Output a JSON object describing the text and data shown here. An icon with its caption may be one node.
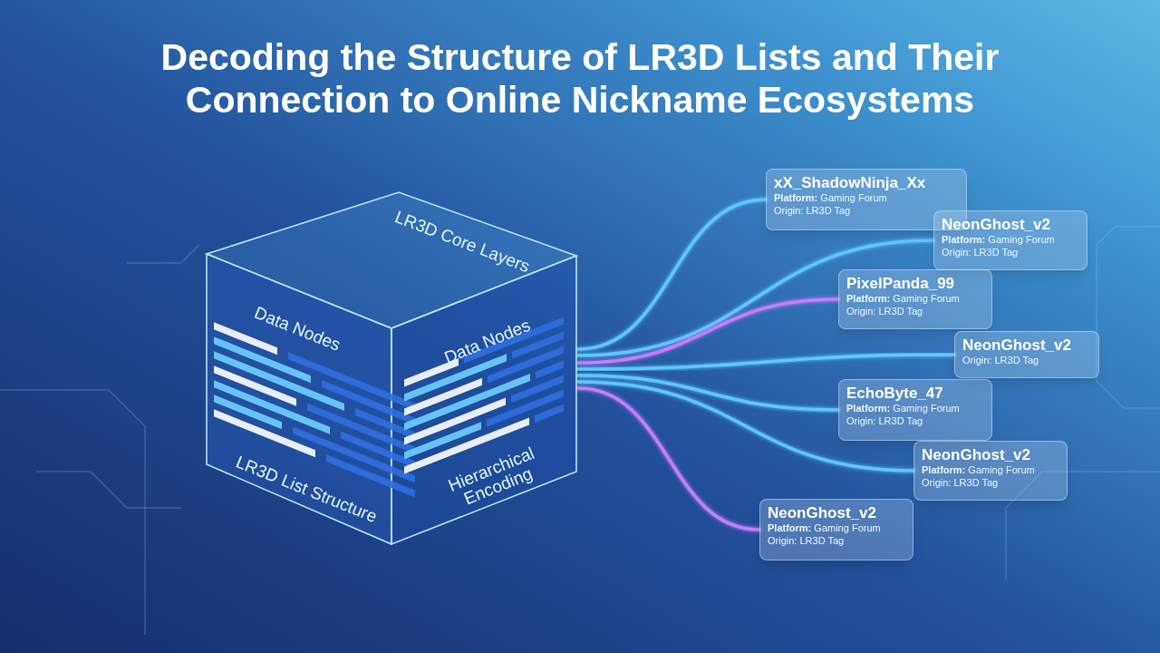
{
  "diagram": {
    "title": "Decoding the Structure of LR3D Lists and Their Connection to Online Nickname Ecosystems",
    "nodes": [
      {
        "text": [
          "LR3D Core Layers",
          "Data Nodes",
          "Data Nodes",
          "LR3D List Structure",
          "Hierarchical Encoding"
        ]
      },
      {
        "text": [
          "xX_ShadowNinja_Xx",
          "**Platform:** Gaming Forum",
          "Origin: LR3D Tag"
        ]
      },
      {
        "text": [
          "NeonGhost_v2",
          "**Platform:** Gaming Forum",
          "Origin: LR3D Tag"
        ]
      },
      {
        "text": [
          "PixelPanda_99",
          "**Platform:** Gaming Forum",
          "Origin: LR3D Tag"
        ]
      },
      {
        "text": [
          "NeonGhost_v2",
          "Origin: LR3D Tag"
        ]
      },
      {
        "text": [
          "EchoByte_47",
          "**Platform:** Gaming Forum",
          "Origin: LR3D Tag"
        ]
      },
      {
        "text": [
          "NeonGhost_v2",
          "**Platform:** Gaming Forum",
          "Origin: LR3D Tag"
        ]
      },
      {
        "text": [
          "NeonGhost_v2",
          "**Platform:** Gaming Forum",
          "Origin: LR3D Tag"
        ]
      }
    ],
    "edges": [
      {
        "from": 0,
        "to": 1,
        "arrow": "none"
      },
      {
        "from": 0,
        "to": 2,
        "arrow": "none"
      },
      {
        "from": 0,
        "to": 3,
        "arrow": "none",
        "color": "#c77dff"
      },
      {
        "from": 0,
        "to": 4,
        "arrow": "none"
      },
      {
        "from": 0,
        "to": 5,
        "arrow": "none"
      },
      {
        "from": 0,
        "to": 6,
        "arrow": "none"
      },
      {
        "from": 0,
        "to": 7,
        "arrow": "none",
        "color": "#c77dff"
      }
    ]
  }
}
